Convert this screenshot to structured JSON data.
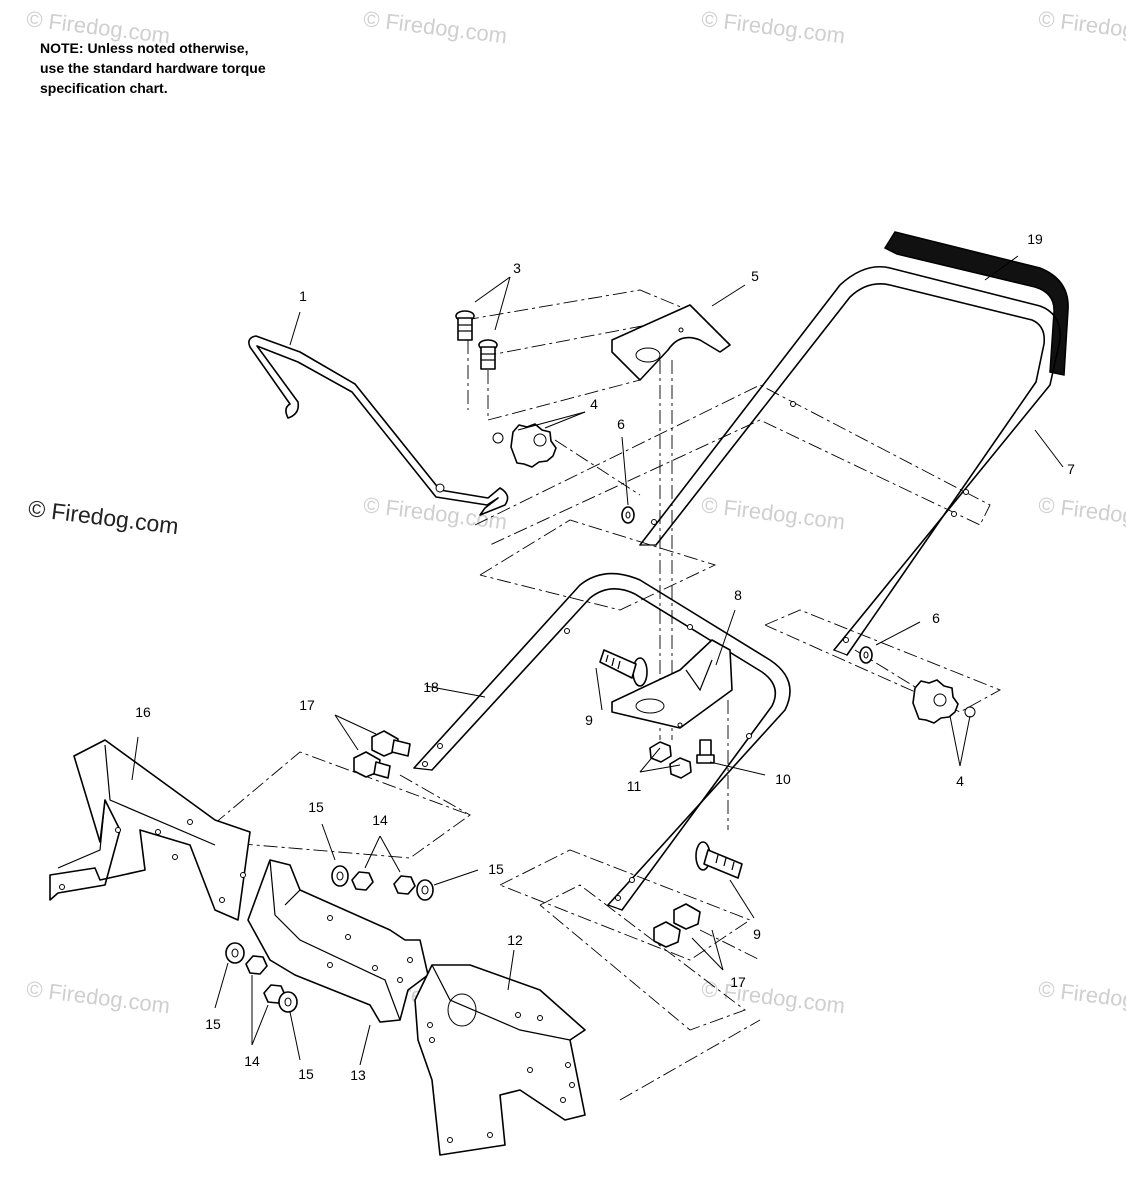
{
  "note": {
    "lines": [
      "NOTE: Unless noted otherwise,",
      "use the standard hardware torque",
      "specification chart."
    ]
  },
  "watermark": {
    "text": "© Firedog.com"
  },
  "callouts": {
    "c1": "1",
    "c3": "3",
    "c4a": "4",
    "c4b": "4",
    "c5": "5",
    "c6a": "6",
    "c6b": "6",
    "c7": "7",
    "c8": "8",
    "c9a": "9",
    "c9b": "9",
    "c10": "10",
    "c11": "11",
    "c12": "12",
    "c13": "13",
    "c14a": "14",
    "c14b": "14",
    "c15a": "15",
    "c15b": "15",
    "c15c": "15",
    "c15d": "15",
    "c16": "16",
    "c17a": "17",
    "c17b": "17",
    "c18": "18",
    "c19": "19"
  }
}
